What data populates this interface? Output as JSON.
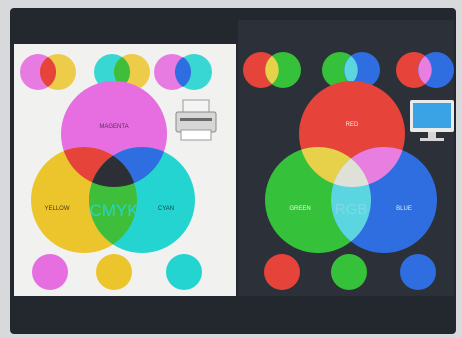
{
  "cmyk_panel": {
    "center_label": "CMYK",
    "circle_labels": {
      "magenta": "MAGENTA",
      "yellow": "YELLOW",
      "cyan": "CYAN"
    },
    "device_icon": "printer-icon",
    "colors": {
      "magenta": "#e76ee0",
      "yellow": "#ecc52d",
      "cyan": "#24d4d0",
      "red": "#e6433b",
      "green": "#3fbe3b",
      "blue": "#2f6ee0",
      "black": "#2c2f35",
      "panel": "#f1f1ef"
    }
  },
  "rgb_panel": {
    "center_label": "RGB",
    "circle_labels": {
      "red": "RED",
      "green": "GREEN",
      "blue": "BLUE"
    },
    "device_icon": "monitor-icon",
    "colors": {
      "red": "#e6433b",
      "green": "#35c23a",
      "blue": "#2f6ee0",
      "yellow": "#e7d04a",
      "magenta": "#e87fe0",
      "cyan": "#5bd6e0",
      "white": "#dfe0d8",
      "panel": "#2c3038"
    }
  }
}
